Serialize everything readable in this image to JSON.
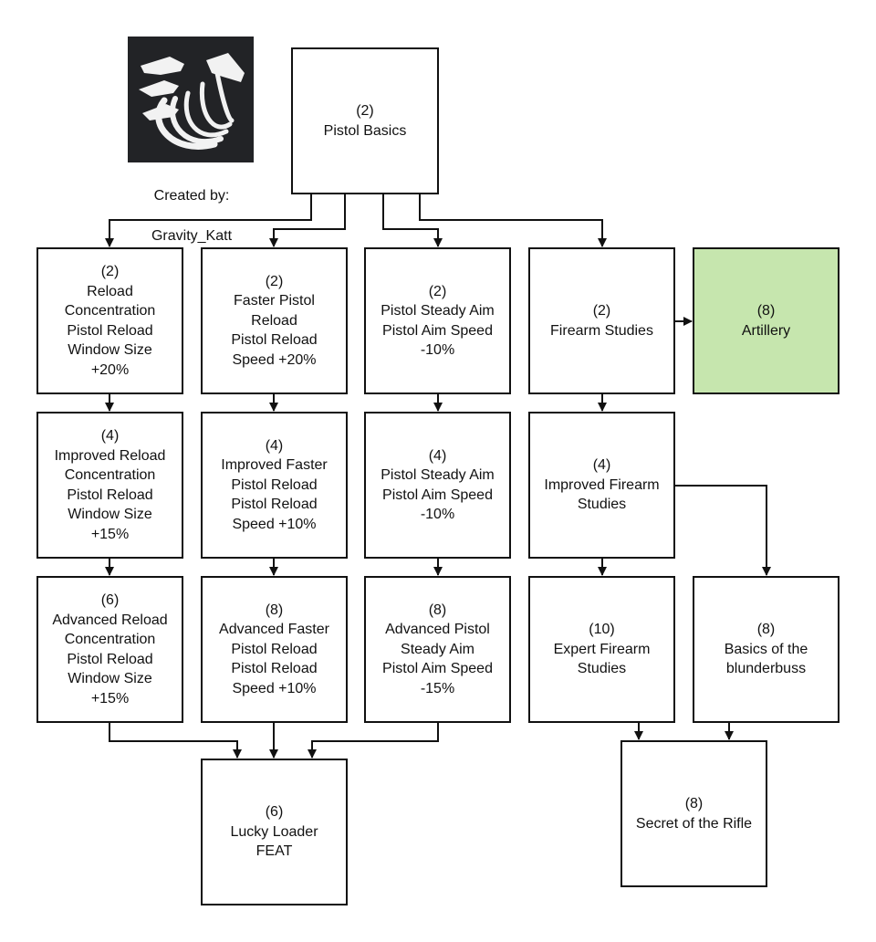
{
  "credit": {
    "line1": "Created by:",
    "line2": "Gravity_Katt",
    "logo": "hydra-dragon-logo"
  },
  "colors": {
    "border": "#111111",
    "highlight": "#c6e6ae",
    "logo_bg": "#222326"
  },
  "nodes": {
    "pistol_basics": {
      "cost": "(2)",
      "text": "Pistol Basics"
    },
    "reload_conc": {
      "cost": "(2)",
      "text": "Reload\nConcentration\nPistol Reload\nWindow Size\n+20%"
    },
    "faster_reload": {
      "cost": "(2)",
      "text": "Faster Pistol\nReload\nPistol Reload\nSpeed +20%"
    },
    "steady_aim": {
      "cost": "(2)",
      "text": "Pistol Steady Aim\nPistol Aim Speed\n-10%"
    },
    "firearm_studies": {
      "cost": "(2)",
      "text": "Firearm Studies"
    },
    "artillery": {
      "cost": "(8)",
      "text": "Artillery"
    },
    "imp_reload_conc": {
      "cost": "(4)",
      "text": "Improved Reload\nConcentration\nPistol Reload\nWindow Size\n+15%"
    },
    "imp_faster_reload": {
      "cost": "(4)",
      "text": "Improved Faster\nPistol Reload\nPistol Reload\nSpeed +10%"
    },
    "steady_aim_2": {
      "cost": "(4)",
      "text": "Pistol Steady Aim\nPistol Aim Speed\n-10%"
    },
    "imp_firearm_studies": {
      "cost": "(4)",
      "text": "Improved Firearm\nStudies"
    },
    "adv_reload_conc": {
      "cost": "(6)",
      "text": "Advanced Reload\nConcentration\nPistol Reload\nWindow Size\n+15%"
    },
    "adv_faster_reload": {
      "cost": "(8)",
      "text": "Advanced Faster\nPistol Reload\nPistol Reload\nSpeed +10%"
    },
    "adv_steady_aim": {
      "cost": "(8)",
      "text": "Advanced Pistol\nSteady Aim\nPistol Aim Speed\n-15%"
    },
    "expert_firearm_studies": {
      "cost": "(10)",
      "text": "Expert Firearm\nStudies"
    },
    "blunderbuss": {
      "cost": "(8)",
      "text": "Basics of the\nblunderbuss"
    },
    "lucky_loader": {
      "cost": "(6)",
      "text": "Lucky Loader\nFEAT"
    },
    "secret_rifle": {
      "cost": "(8)",
      "text": "Secret of the Rifle"
    }
  },
  "edges": [
    [
      "pistol_basics",
      "reload_conc"
    ],
    [
      "pistol_basics",
      "faster_reload"
    ],
    [
      "pistol_basics",
      "steady_aim"
    ],
    [
      "pistol_basics",
      "firearm_studies"
    ],
    [
      "firearm_studies",
      "artillery"
    ],
    [
      "reload_conc",
      "imp_reload_conc"
    ],
    [
      "faster_reload",
      "imp_faster_reload"
    ],
    [
      "steady_aim",
      "steady_aim_2"
    ],
    [
      "firearm_studies",
      "imp_firearm_studies"
    ],
    [
      "imp_reload_conc",
      "adv_reload_conc"
    ],
    [
      "imp_faster_reload",
      "adv_faster_reload"
    ],
    [
      "steady_aim_2",
      "adv_steady_aim"
    ],
    [
      "imp_firearm_studies",
      "expert_firearm_studies"
    ],
    [
      "imp_firearm_studies",
      "blunderbuss"
    ],
    [
      "adv_reload_conc",
      "lucky_loader"
    ],
    [
      "adv_faster_reload",
      "lucky_loader"
    ],
    [
      "adv_steady_aim",
      "lucky_loader"
    ],
    [
      "expert_firearm_studies",
      "secret_rifle"
    ],
    [
      "blunderbuss",
      "secret_rifle"
    ]
  ]
}
